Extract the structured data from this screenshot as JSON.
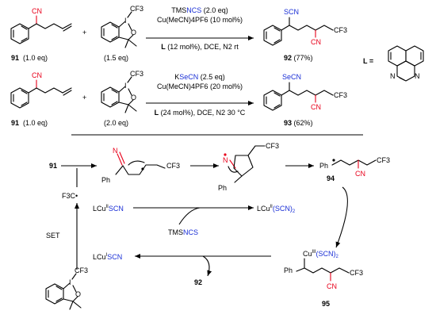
{
  "reaction1": {
    "substrate_label": "91",
    "substrate_eq": "(1.0 eq)",
    "reagent_eq": "(1.5 eq)",
    "cond_line1_pre": "TMS",
    "cond_line1_hl": "NCS",
    "cond_line1_post": " (2.0 eq)",
    "cond_line2": "Cu(MeCN)4PF6 (10 mol%)",
    "cond_line3_L": "L",
    "cond_line3_rest": " (12 mol%), DCE, N2 rt",
    "product_label": "92",
    "product_yield": " (77%)",
    "product_group": "SCN"
  },
  "reaction2": {
    "substrate_label": "91",
    "substrate_eq": "(1.0 eq)",
    "reagent_eq": "(2.0 eq)",
    "cond_line1_pre": "K",
    "cond_line1_hl": "SeCN",
    "cond_line1_post": " (2.5 eq)",
    "cond_line2": "Cu(MeCN)4PF6 (20 mol%)",
    "cond_line3_L": "L",
    "cond_line3_rest": " (24 mol%), DCE, N2 30 °C",
    "product_label": "93",
    "product_yield": " (62%)",
    "product_group": "SeCN"
  },
  "ligand_label": "L =",
  "common": {
    "cn": "CN",
    "cf3": "CF3",
    "plus": "+",
    "iodine": "I",
    "oxygen": "O",
    "ph": "Ph",
    "n": "N"
  },
  "cycle": {
    "start": "91",
    "radical": "F3C•",
    "set": "SET",
    "cu1": "LCuISCN",
    "cu2": "LCuIISCN",
    "cu2b": "LCuII(SCN)2",
    "tmsncs": "TMSNCS",
    "cu3": "CuIII(SCN)2",
    "int94": "94",
    "int95": "95",
    "product": "92"
  }
}
